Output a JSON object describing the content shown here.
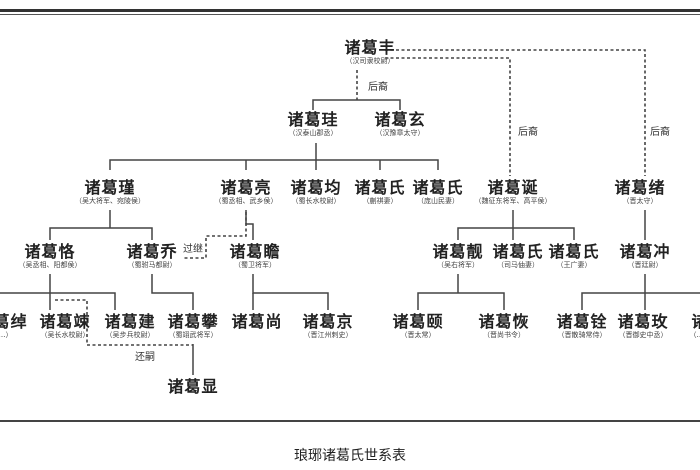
{
  "title": "琅琊诸葛氏世系表",
  "labels": {
    "descendant": "后裔",
    "adopted": "过继",
    "returned": "还嗣"
  },
  "nodes": {
    "feng": {
      "name": "诸葛丰",
      "title": "（汉司隶校尉）"
    },
    "gui": {
      "name": "诸葛珪",
      "title": "（汉泰山郡丞）"
    },
    "xuan": {
      "name": "诸葛玄",
      "title": "（汉豫章太守）"
    },
    "jin": {
      "name": "诸葛瑾",
      "title": "（吴大将军、宛陵侯）"
    },
    "liang": {
      "name": "诸葛亮",
      "title": "（蜀丞相、武乡侯）"
    },
    "jun": {
      "name": "诸葛均",
      "title": "（蜀长水校尉）"
    },
    "shi1": {
      "name": "诸葛氏",
      "title": "（蒯祺妻）"
    },
    "shi2": {
      "name": "诸葛氏",
      "title": "（庞山民妻）"
    },
    "dan": {
      "name": "诸葛诞",
      "title": "（魏征东将军、高平侯）"
    },
    "xu": {
      "name": "诸葛绪",
      "title": "（晋太守）"
    },
    "ke": {
      "name": "诸葛恪",
      "title": "（吴丞相、阳都侯）"
    },
    "qiao": {
      "name": "诸葛乔",
      "title": "（蜀驸马都尉）"
    },
    "zhan": {
      "name": "诸葛瞻",
      "title": "（蜀卫将军）"
    },
    "jing2": {
      "name": "诸葛靓",
      "title": "（吴右将军）"
    },
    "shi3": {
      "name": "诸葛氏",
      "title": "（司马伷妻）"
    },
    "shi4": {
      "name": "诸葛氏",
      "title": "（王广妻）"
    },
    "chong": {
      "name": "诸葛冲",
      "title": "（晋廷尉）"
    },
    "chuo": {
      "name": "诸葛绰",
      "title": "（…）"
    },
    "song": {
      "name": "诸葛竦",
      "title": "（吴长水校尉）"
    },
    "jian": {
      "name": "诸葛建",
      "title": "（吴步兵校尉）"
    },
    "pan": {
      "name": "诸葛攀",
      "title": "（蜀翊武将军）"
    },
    "shang": {
      "name": "诸葛尚",
      "title": ""
    },
    "jing": {
      "name": "诸葛京",
      "title": "（晋江州刺史）"
    },
    "yi": {
      "name": "诸葛颐",
      "title": "（晋太常）"
    },
    "hui": {
      "name": "诸葛恢",
      "title": "（晋尚书令）"
    },
    "quan": {
      "name": "诸葛铨",
      "title": "（晋散骑常侍）"
    },
    "mei": {
      "name": "诸葛玫",
      "title": "（晋御史中丞）"
    },
    "cut": {
      "name": "诸",
      "title": "（…）"
    },
    "xian": {
      "name": "诸葛显",
      "title": ""
    }
  }
}
